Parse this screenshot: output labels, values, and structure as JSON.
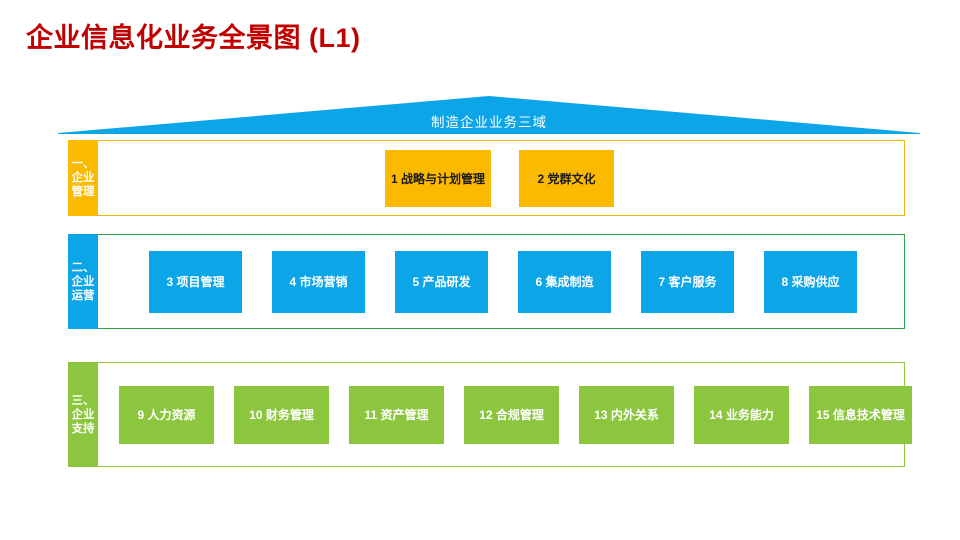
{
  "page": {
    "title": "企业信息化业务全景图 (L1)",
    "title_color": "#C00000",
    "background": "#FFFFFF"
  },
  "banner": {
    "label": "制造企业业务三域",
    "shape": "roof-triangle",
    "color": "#0CA5E8",
    "text_color": "#FFFFFF"
  },
  "rows": [
    {
      "id": "band-1",
      "tab_label_lines": [
        "一、",
        "企业",
        "管理"
      ],
      "tab_color": "#FBBA00",
      "border_color": "#F5B505",
      "box_color": "#FBBA00",
      "box_text_color": "#1A1A1A",
      "boxes": [
        {
          "number": "1",
          "label": "战略与计划管理",
          "text": "1 战略与计划管理",
          "width": 106
        },
        {
          "number": "2",
          "label": "党群文化",
          "text": "2 党群文化",
          "width": 95
        }
      ]
    },
    {
      "id": "band-2",
      "tab_label_lines": [
        "二、",
        "企业",
        "运营"
      ],
      "tab_color": "#0CA5E8",
      "border_color": "#2EA34B",
      "box_color": "#0CA5E8",
      "box_text_color": "#FFFFFF",
      "boxes": [
        {
          "number": "3",
          "label": "项目管理",
          "text": "3 项目管理",
          "width": 93
        },
        {
          "number": "4",
          "label": "市场营销",
          "text": "4 市场营销",
          "width": 93
        },
        {
          "number": "5",
          "label": "产品研发",
          "text": "5 产品研发",
          "width": 93
        },
        {
          "number": "6",
          "label": "集成制造",
          "text": "6 集成制造",
          "width": 93
        },
        {
          "number": "7",
          "label": "客户服务",
          "text": "7 客户服务",
          "width": 93
        },
        {
          "number": "8",
          "label": "采购供应",
          "text": "8 采购供应",
          "width": 93
        }
      ]
    },
    {
      "id": "band-3",
      "tab_label_lines": [
        "三、",
        "企业",
        "支持"
      ],
      "tab_color": "#8CC63E",
      "border_color": "#8CC63E",
      "box_color": "#8CC63E",
      "box_text_color": "#FFFFFF",
      "boxes": [
        {
          "number": "9",
          "label": "人力资源",
          "text": "9 人力资源",
          "width": 95
        },
        {
          "number": "10",
          "label": "财务管理",
          "text": "10 财务管理",
          "width": 95
        },
        {
          "number": "11",
          "label": "资产管理",
          "text": "11 资产管理",
          "width": 95
        },
        {
          "number": "12",
          "label": "合规管理",
          "text": "12 合规管理",
          "width": 95
        },
        {
          "number": "13",
          "label": "内外关系",
          "text": "13 内外关系",
          "width": 95
        },
        {
          "number": "14",
          "label": "业务能力",
          "text": "14 业务能力",
          "width": 95
        },
        {
          "number": "15",
          "label": "信息技术管理",
          "text": "15 信息技术管理",
          "width": 103
        }
      ]
    }
  ]
}
